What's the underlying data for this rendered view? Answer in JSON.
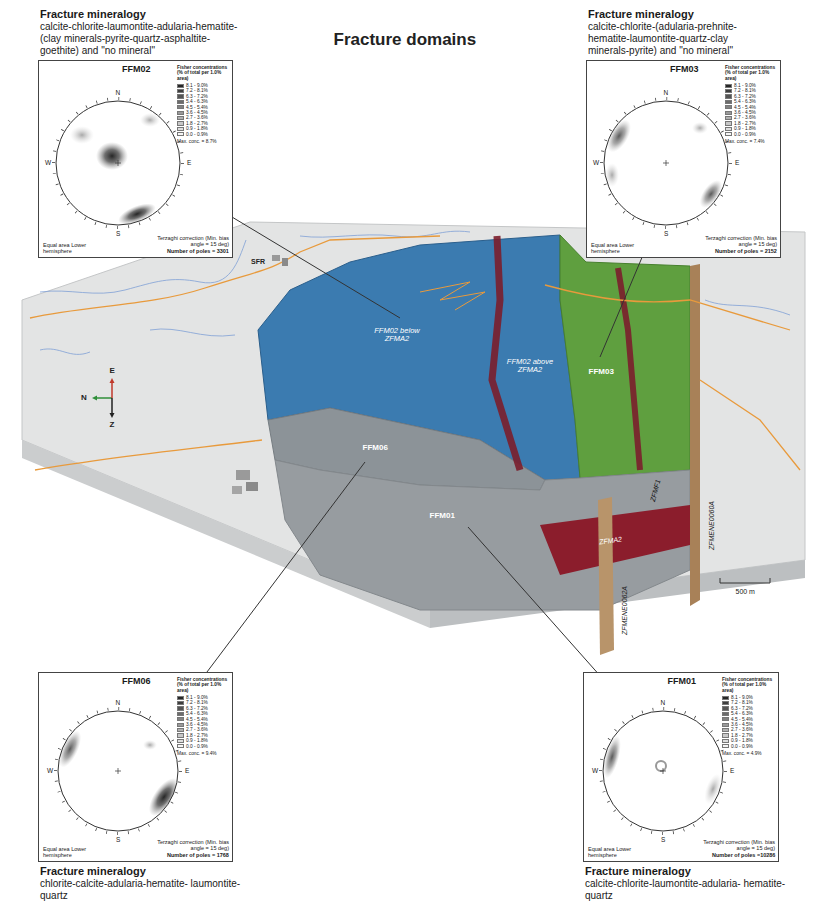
{
  "diagram": {
    "title": "Fracture domains",
    "nodes": [
      {
        "text": [
          "Fracture mineralogy",
          "calcite-chlorite-laumontite-adularia-hematite- (clay minerals-pyrite-quartz-asphaltite- goethite) and \"no mineral\"",
          "FFM02",
          "N",
          "W",
          "E",
          "S",
          "Fisher concentrations (% of total per 1.0% area)",
          "Max. conc. = 8.7%",
          "Equal area Lower hemisphere",
          "Terzaghi correction (Min. bias angle = 15 deg)",
          "Number of poles = 3301"
        ]
      },
      {
        "text": [
          "Fracture mineralogy",
          "calcite-chlorite-(adularia-prehnite- hematite-laumontite-quartz-clay minerals-pyrite) and \"no mineral\"",
          "FFM03",
          "N",
          "W",
          "E",
          "S",
          "Fisher concentrations (% of total per 1.0% area)",
          "Max. conc. = 7.4%",
          "Equal area Lower hemisphere",
          "Terzaghi correction (Min. bias angle = 15 deg)",
          "Number of poles = 2152"
        ]
      },
      {
        "text": [
          "FFM02 below ZFMA2",
          "FFM02 above ZFMA2"
        ]
      },
      {
        "text": [
          "FFM03"
        ]
      },
      {
        "text": [
          "FFM06"
        ]
      },
      {
        "text": [
          "FFM01"
        ]
      },
      {
        "text": [
          "Fracture mineralogy",
          "chlorite-calcite-adularia-hematite- laumontite-quartz",
          "FFM06",
          "N",
          "W",
          "E",
          "S",
          "Fisher concentrations (% of total per 1.0% area)",
          "Max. conc. = 9.4%",
          "Equal area Lower hemisphere",
          "Terzaghi correction (Min. bias angle = 15 deg)",
          "Number of poles = 1768"
        ]
      },
      {
        "text": [
          "Fracture mineralogy",
          "calcite-chlorite-laumontite-adularia- hematite-quartz",
          "FFM01",
          "N",
          "W",
          "E",
          "S",
          "Fisher concentrations (% of total per 1.0% area)",
          "Max. conc. = 4.9%",
          "Equal area Lower hemisphere",
          "Terzaghi correction (Min. bias angle = 15 deg)",
          "Number of poles =10286"
        ]
      }
    ],
    "edges": [
      {
        "from": 0,
        "to": 2,
        "arrow": "none"
      },
      {
        "from": 1,
        "to": 3,
        "arrow": "none"
      },
      {
        "from": 6,
        "to": 4,
        "arrow": "none"
      },
      {
        "from": 7,
        "to": 5,
        "arrow": "none"
      }
    ],
    "labels": [
      "SFR",
      "E",
      "N",
      "Z",
      "ZFMF1",
      "ZFMA2",
      "ZFMENE0060A",
      "ZFMENE0062A",
      "500 m"
    ],
    "legend": [
      {
        "text": "8.1 - 9.0%",
        "color": "#262626"
      },
      {
        "text": "7.2 - 8.1%",
        "color": "#3d3d3d"
      },
      {
        "text": "6.3 - 7.2%",
        "color": "#545454"
      },
      {
        "text": "5.4 - 6.3%",
        "color": "#6b6b6b"
      },
      {
        "text": "4.5 - 5.4%",
        "color": "#828282"
      },
      {
        "text": "3.6 - 4.5%",
        "color": "#999999"
      },
      {
        "text": "2.7 - 3.6%",
        "color": "#b0b0b0"
      },
      {
        "text": "1.8 - 2.7%",
        "color": "#c7c7c7"
      },
      {
        "text": "0.9 - 1.8%",
        "color": "#dedede"
      },
      {
        "text": "0.0 - 0.9%",
        "color": "#f5f5f5"
      },
      {
        "text": "8.1 - 9.0%",
        "color": "#262626"
      },
      {
        "text": "7.2 - 8.1%",
        "color": "#3d3d3d"
      },
      {
        "text": "6.3 - 7.2%",
        "color": "#545454"
      },
      {
        "text": "5.4 - 6.3%",
        "color": "#6b6b6b"
      },
      {
        "text": "4.5 - 5.4%",
        "color": "#828282"
      },
      {
        "text": "3.6 - 4.5%",
        "color": "#999999"
      },
      {
        "text": "2.7 - 3.6%",
        "color": "#b0b0b0"
      },
      {
        "text": "1.8 - 2.7%",
        "color": "#c7c7c7"
      },
      {
        "text": "0.9 - 1.8%",
        "color": "#dedede"
      },
      {
        "text": "0.0 - 0.9%",
        "color": "#f5f5f5"
      },
      {
        "text": "8.1 - 9.0%",
        "color": "#262626"
      },
      {
        "text": "7.2 - 8.1%",
        "color": "#3d3d3d"
      },
      {
        "text": "6.3 - 7.2%",
        "color": "#545454"
      },
      {
        "text": "5.4 - 6.3%",
        "color": "#6b6b6b"
      },
      {
        "text": "4.5 - 5.4%",
        "color": "#828282"
      },
      {
        "text": "3.6 - 4.5%",
        "color": "#999999"
      },
      {
        "text": "2.7 - 3.6%",
        "color": "#b0b0b0"
      },
      {
        "text": "1.8 - 2.7%",
        "color": "#c7c7c7"
      },
      {
        "text": "0.9 - 1.8%",
        "color": "#dedede"
      },
      {
        "text": "0.0 - 0.9%",
        "color": "#f5f5f5"
      },
      {
        "text": "8.1 - 9.0%",
        "color": "#262626"
      },
      {
        "text": "7.2 - 8.1%",
        "color": "#3d3d3d"
      },
      {
        "text": "6.3 - 7.2%",
        "color": "#545454"
      },
      {
        "text": "5.4 - 6.3%",
        "color": "#6b6b6b"
      },
      {
        "text": "4.5 - 5.4%",
        "color": "#828282"
      },
      {
        "text": "3.6 - 4.5%",
        "color": "#999999"
      },
      {
        "text": "2.7 - 3.6%",
        "color": "#b0b0b0"
      },
      {
        "text": "1.8 - 2.7%",
        "color": "#c7c7c7"
      },
      {
        "text": "0.9 - 1.8%",
        "color": "#dedede"
      },
      {
        "text": "0.0 - 0.9%",
        "color": "#f5f5f5"
      }
    ]
  }
}
